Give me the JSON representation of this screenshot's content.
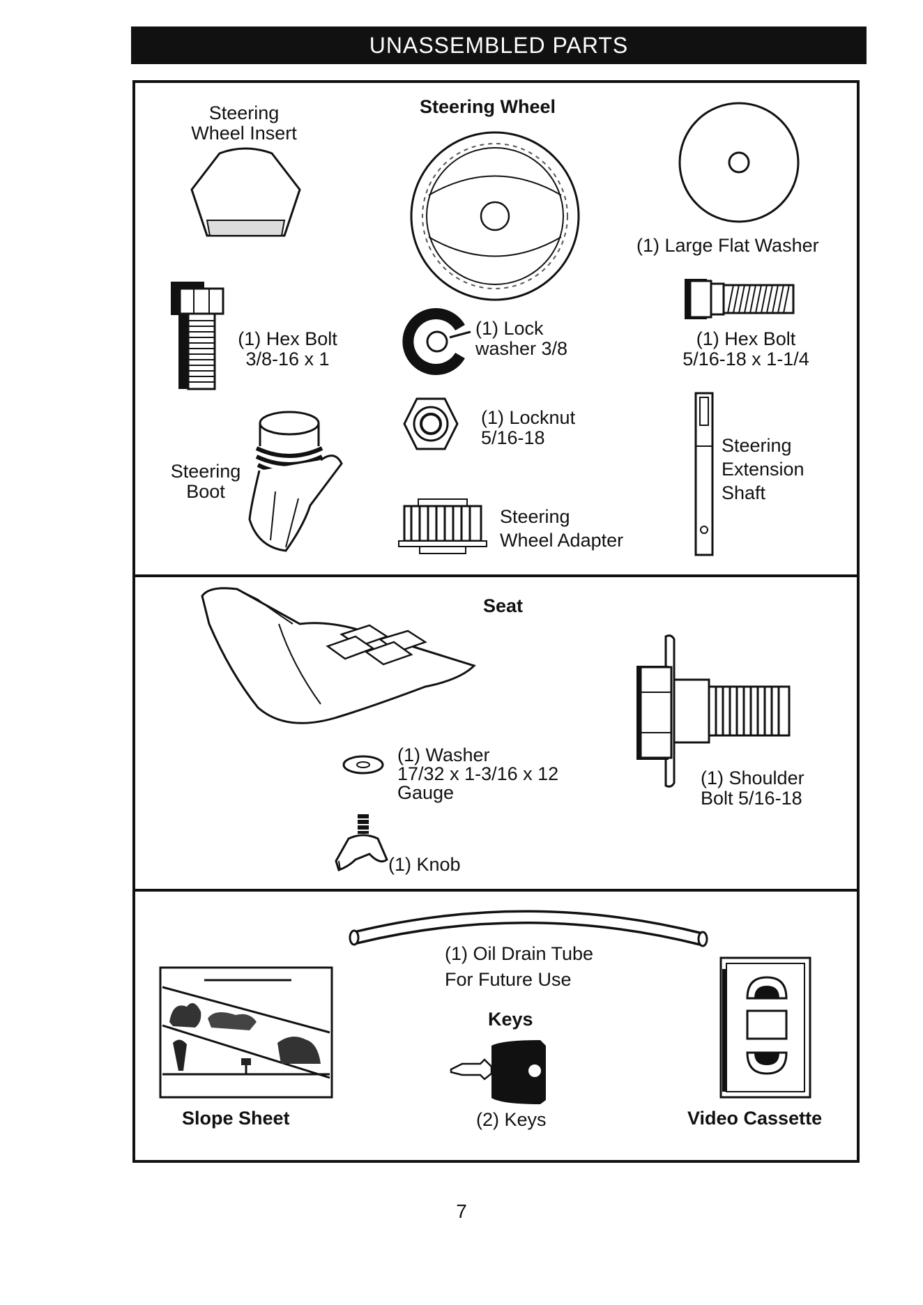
{
  "page": {
    "title": "UNASSEMBLED PARTS",
    "page_number": "7"
  },
  "section_steering": {
    "steering_wheel_insert": [
      "Steering",
      "Wheel Insert"
    ],
    "steering_wheel": "Steering Wheel",
    "large_flat_washer": "(1) Large Flat Washer",
    "hex_bolt_left": [
      "(1) Hex Bolt",
      "3/8-16 x 1"
    ],
    "lock_washer": [
      "(1) Lock",
      "washer  3/8"
    ],
    "hex_bolt_right": [
      "(1) Hex Bolt",
      "5/16-18 x 1-1/4"
    ],
    "locknut": [
      "(1) Locknut",
      "5/16-18"
    ],
    "steering_boot": [
      "Steering",
      "Boot"
    ],
    "steering_extension_shaft": [
      "Steering",
      "Extension",
      "Shaft"
    ],
    "steering_wheel_adapter": [
      "Steering",
      "Wheel Adapter"
    ]
  },
  "section_seat": {
    "seat": "Seat",
    "washer": [
      "(1) Washer",
      "17/32 x 1-3/16 x 12",
      "Gauge"
    ],
    "shoulder_bolt": [
      "(1) Shoulder",
      "Bolt  5/16-18"
    ],
    "knob": "(1) Knob"
  },
  "section_misc": {
    "oil_drain_tube": [
      "(1) Oil Drain Tube",
      "For Future Use"
    ],
    "keys_heading": "Keys",
    "keys": "(2) Keys",
    "slope_sheet": "Slope Sheet",
    "video_cassette": "Video Cassette"
  }
}
